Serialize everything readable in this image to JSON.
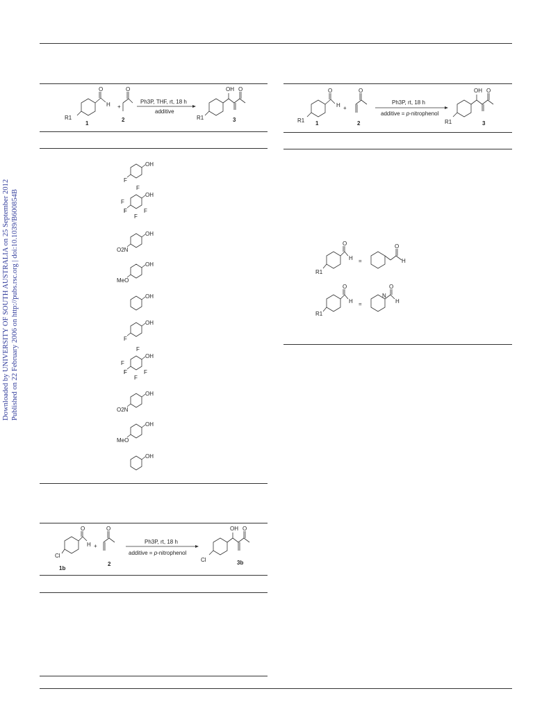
{
  "sidebar": {
    "line1": "Downloaded by UNIVERSITY OF SOUTH AUSTRALIA on 25 September 2012",
    "line2": "Published on 22 February 2006 on http://pubs.rsc.org | doi:10.1039/B600854B"
  },
  "scheme1": {
    "conditions_top": "Ph3P, THF, rt, 18 h",
    "conditions_bottom": "additive",
    "r_label": "R1",
    "aldehyde_h": "H",
    "plus": "+",
    "oh": "OH",
    "o": "O",
    "compound_1": "1",
    "compound_2": "2",
    "compound_3": "3"
  },
  "scheme2": {
    "conditions_top": "Ph3P, rt, 18 h",
    "conditions_bottom_prefix": "additive = ",
    "conditions_bottom_italic": "p",
    "conditions_bottom_suffix": "-nitrophenol",
    "r_label": "R1",
    "aldehyde_h": "H",
    "plus": "+",
    "oh": "OH",
    "o": "O",
    "compound_1": "1",
    "compound_2": "2",
    "compound_3": "3"
  },
  "scheme3": {
    "conditions_top": "Ph3P, rt, 18 h",
    "conditions_bottom_prefix": "additive = ",
    "conditions_bottom_italic": "p",
    "conditions_bottom_suffix": "-nitrophenol",
    "cl": "Cl",
    "aldehyde_h": "H",
    "plus": "+",
    "oh": "OH",
    "o": "O",
    "compound_1b": "1b",
    "compound_2": "2",
    "compound_3b": "3b"
  },
  "additives": [
    {
      "substituent": "F",
      "hydroxyl": "OH"
    },
    {
      "substituent": "F",
      "hydroxyl": "OH",
      "extra": "F"
    },
    {
      "substituent": "O2N",
      "hydroxyl": "OH"
    },
    {
      "substituent": "MeO",
      "hydroxyl": "OH"
    },
    {
      "substituent": "",
      "hydroxyl": "OH"
    },
    {
      "substituent": "F",
      "hydroxyl": "OH"
    },
    {
      "substituent": "F",
      "hydroxyl": "OH",
      "extra": "F"
    },
    {
      "substituent": "O2N",
      "hydroxyl": "OH"
    },
    {
      "substituent": "MeO",
      "hydroxyl": "OH"
    },
    {
      "substituent": "",
      "hydroxyl": "OH"
    }
  ],
  "equivalences": {
    "eq": "=",
    "r_label": "R1",
    "h": "H",
    "o": "O",
    "n": "N"
  }
}
